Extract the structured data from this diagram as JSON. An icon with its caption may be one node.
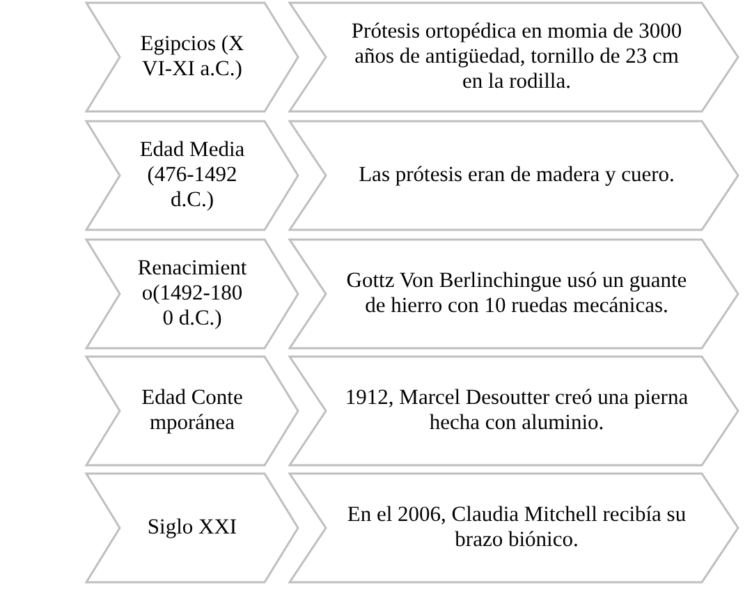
{
  "diagram": {
    "nodes": [
      {
        "text": [
          "Egipcios (XVI-XI a.C.)"
        ]
      },
      {
        "text": [
          "Prótesis ortopédica en momia de 3000 años de antigüedad, tornillo de 23 cm en la rodilla."
        ]
      },
      {
        "text": [
          "Edad Media(476-1492 d.C.)"
        ]
      },
      {
        "text": [
          "Las prótesis eran de madera y cuero."
        ]
      },
      {
        "text": [
          "Renacimiento(1492-1800 d.C.)"
        ]
      },
      {
        "text": [
          "Gottz Von Berlinchingue usó un guante de hierro con 10 ruedas mecánicas."
        ]
      },
      {
        "text": [
          "Edad Contemporánea"
        ]
      },
      {
        "text": [
          "1912, Marcel Desoutter creó una pierna hecha con aluminio."
        ]
      },
      {
        "text": [
          "Siglo XXI"
        ]
      },
      {
        "text": [
          "En el 2006, Claudia Mitchell recibía su brazo biónico."
        ]
      }
    ]
  }
}
